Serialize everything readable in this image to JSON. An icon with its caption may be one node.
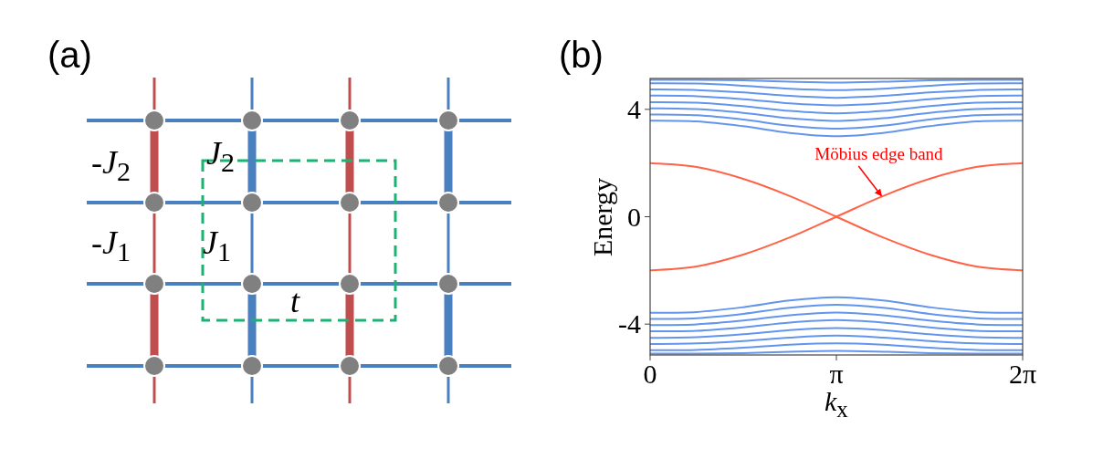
{
  "diagram": {
    "labels": [
      "(a)",
      "(b)",
      "-*J*$_{2}$",
      "*J*$_{2}$",
      "-*J*$_{1}$",
      "*J*$_{1}$",
      "t"
    ],
    "chart_data": {
      "type": "line",
      "xlabel": "*k*$_{x}$",
      "ylabel": "Energy",
      "x": [
        0,
        0.785,
        1.571,
        2.356,
        3.142,
        3.927,
        4.712,
        5.498,
        6.283
      ],
      "xlim": [
        0,
        6.283
      ],
      "ylim": [
        -5.15,
        5.15
      ],
      "xticks": [
        {
          "value": 0,
          "label": "0"
        },
        {
          "value": 3.142,
          "label": "π"
        },
        {
          "value": 6.283,
          "label": "2π"
        }
      ],
      "yticks": [
        {
          "value": -4,
          "label": "-4"
        },
        {
          "value": 0,
          "label": "0"
        },
        {
          "value": 4,
          "label": "4"
        }
      ],
      "series": [
        {
          "color": "#6495ed",
          "values": [
            3.58,
            3.55,
            3.37,
            3.12,
            3.0,
            3.12,
            3.37,
            3.55,
            3.58
          ]
        },
        {
          "color": "#6495ed",
          "values": [
            3.81,
            3.78,
            3.62,
            3.39,
            3.28,
            3.39,
            3.62,
            3.78,
            3.81
          ]
        },
        {
          "color": "#6495ed",
          "values": [
            4.04,
            4.01,
            3.87,
            3.67,
            3.57,
            3.67,
            3.87,
            4.01,
            4.04
          ]
        },
        {
          "color": "#6495ed",
          "values": [
            4.27,
            4.25,
            4.12,
            3.94,
            3.85,
            3.94,
            4.12,
            4.25,
            4.27
          ]
        },
        {
          "color": "#6495ed",
          "values": [
            4.51,
            4.49,
            4.38,
            4.22,
            4.15,
            4.22,
            4.38,
            4.49,
            4.51
          ]
        },
        {
          "color": "#6495ed",
          "values": [
            4.74,
            4.72,
            4.63,
            4.5,
            4.43,
            4.5,
            4.63,
            4.72,
            4.74
          ]
        },
        {
          "color": "#6495ed",
          "values": [
            4.97,
            4.96,
            4.88,
            4.77,
            4.72,
            4.77,
            4.88,
            4.96,
            4.97
          ]
        },
        {
          "color": "#6495ed",
          "values": [
            5.1,
            5.1,
            5.08,
            5.03,
            5.0,
            5.03,
            5.08,
            5.1,
            5.1
          ]
        },
        {
          "color": "#6495ed",
          "values": [
            -3.58,
            -3.55,
            -3.37,
            -3.12,
            -3.0,
            -3.12,
            -3.37,
            -3.55,
            -3.58
          ]
        },
        {
          "color": "#6495ed",
          "values": [
            -3.81,
            -3.78,
            -3.62,
            -3.39,
            -3.28,
            -3.39,
            -3.62,
            -3.78,
            -3.81
          ]
        },
        {
          "color": "#6495ed",
          "values": [
            -4.04,
            -4.01,
            -3.87,
            -3.67,
            -3.57,
            -3.67,
            -3.87,
            -4.01,
            -4.04
          ]
        },
        {
          "color": "#6495ed",
          "values": [
            -4.27,
            -4.25,
            -4.12,
            -3.94,
            -3.85,
            -3.94,
            -4.12,
            -4.25,
            -4.27
          ]
        },
        {
          "color": "#6495ed",
          "values": [
            -4.51,
            -4.49,
            -4.38,
            -4.22,
            -4.15,
            -4.22,
            -4.38,
            -4.49,
            -4.51
          ]
        },
        {
          "color": "#6495ed",
          "values": [
            -4.74,
            -4.72,
            -4.63,
            -4.5,
            -4.43,
            -4.5,
            -4.63,
            -4.72,
            -4.74
          ]
        },
        {
          "color": "#6495ed",
          "values": [
            -4.97,
            -4.96,
            -4.88,
            -4.77,
            -4.72,
            -4.77,
            -4.88,
            -4.96,
            -4.97
          ]
        },
        {
          "color": "#6495ed",
          "values": [
            -5.1,
            -5.1,
            -5.08,
            -5.03,
            -5.0,
            -5.03,
            -5.08,
            -5.1,
            -5.1
          ]
        },
        {
          "color": "#ff6347",
          "values": [
            2,
            1.85,
            1.41,
            0.77,
            0,
            -0.77,
            -1.41,
            -1.85,
            -2
          ]
        },
        {
          "color": "#ff6347",
          "values": [
            -2,
            -1.85,
            -1.41,
            -0.77,
            0,
            0.77,
            1.41,
            1.85,
            2
          ]
        }
      ],
      "annotations": [
        {
          "text": "Möbius edge band",
          "x": 3.9,
          "y": 0.78
        }
      ]
    }
  }
}
